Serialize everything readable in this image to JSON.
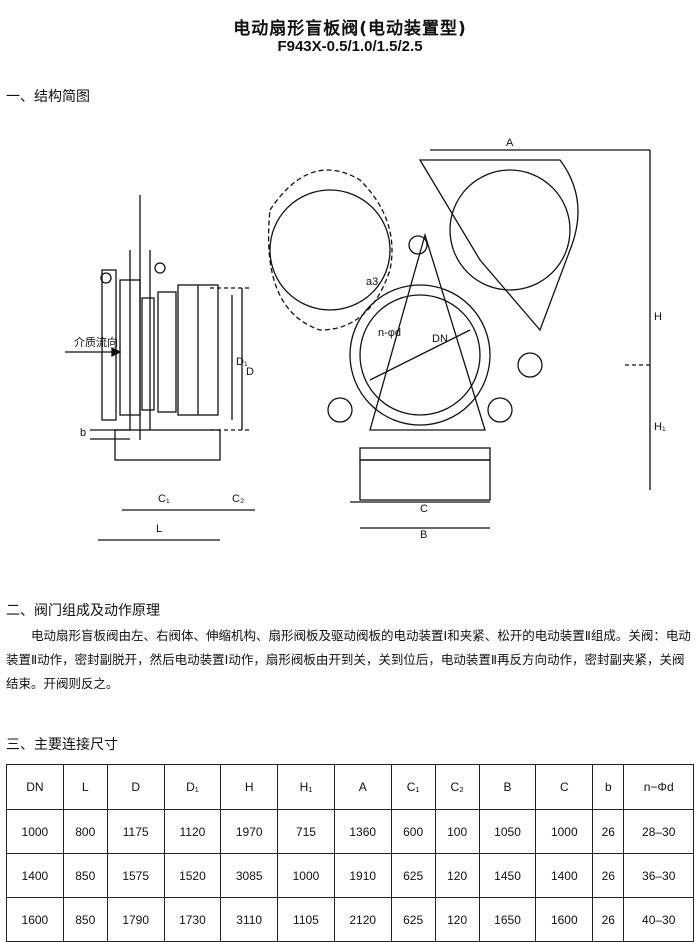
{
  "header": {
    "title": "电动扇形盲板阀(电动装置型)",
    "model": "F943X-0.5/1.0/1.5/2.5"
  },
  "section1": {
    "heading": "一、结构简图"
  },
  "drawing": {
    "labels": {
      "a": "A",
      "h": "H",
      "h1": "H₁",
      "dn": "DN",
      "nphid": "n-φd",
      "d": "D",
      "d1": "D₁",
      "b": "b",
      "c1": "C₁",
      "c2": "C₂",
      "l": "L",
      "c": "C",
      "bb": "B",
      "flow": "介质流向",
      "a3": "a3"
    }
  },
  "section2": {
    "heading": "二、阀门组成及动作原理",
    "paragraph": "电动扇形盲板阀由左、右阀体、伸缩机构、扇形阀板及驱动阀板的电动装置Ⅰ和夹紧、松开的电动装置Ⅱ组成。关阀：电动装置Ⅱ动作，密封副脱开，然后电动装置Ⅰ动作，扇形阀板由开到关，关到位后，电动装置Ⅱ再反方向动作，密封副夹紧，关阀结束。开阀则反之。"
  },
  "section3": {
    "heading": "三、主要连接尺寸",
    "columns": [
      "DN",
      "L",
      "D",
      "D₁",
      "H",
      "H₁",
      "A",
      "C₁",
      "C₂",
      "B",
      "C",
      "b",
      "n−Φd"
    ],
    "rows": [
      [
        "1000",
        "800",
        "1175",
        "1120",
        "1970",
        "715",
        "1360",
        "600",
        "100",
        "1050",
        "1000",
        "26",
        "28–30"
      ],
      [
        "1400",
        "850",
        "1575",
        "1520",
        "3085",
        "1000",
        "1910",
        "625",
        "120",
        "1450",
        "1400",
        "26",
        "36–30"
      ],
      [
        "1600",
        "850",
        "1790",
        "1730",
        "3110",
        "1105",
        "2120",
        "625",
        "120",
        "1650",
        "1600",
        "26",
        "40–30"
      ]
    ]
  }
}
